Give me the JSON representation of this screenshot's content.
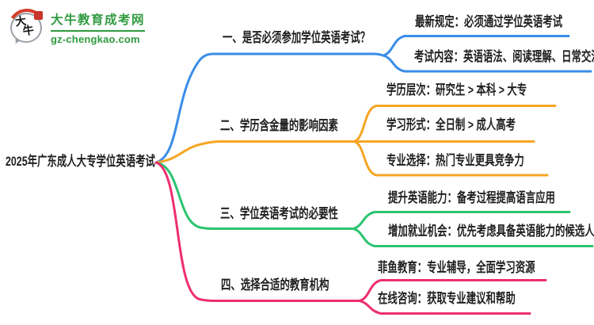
{
  "brand": {
    "title": "大牛教育成考网",
    "domain": "gz-chengkao.com",
    "logo_char_1": "大",
    "logo_char_2": "牛",
    "color": "#2f9b3f",
    "seal_color": "#c9342b"
  },
  "root": {
    "label": "2025年广东成人大专学位英语考试"
  },
  "branches": [
    {
      "label": "一、是否必须参加学位英语考试？",
      "color": "#3a8de8",
      "children": [
        {
          "label": "最新规定：必须通过学位英语考试"
        },
        {
          "label": "考试内容：英语语法、阅读理解、日常交流"
        }
      ]
    },
    {
      "label": "二、学历含金量的影响因素",
      "color": "#f5a623",
      "children": [
        {
          "label": "学历层次：研究生 > 本科 > 大专"
        },
        {
          "label": "学习形式：全日制 > 成人高考"
        },
        {
          "label": "专业选择：热门专业更具竞争力"
        }
      ]
    },
    {
      "label": "三、学位英语考试的必要性",
      "color": "#2cc46f",
      "children": [
        {
          "label": "提升英语能力：备考过程提高语言应用"
        },
        {
          "label": "增加就业机会：优先考虑具备英语能力的候选人"
        }
      ]
    },
    {
      "label": "四、选择合适的教育机构",
      "color": "#ee2e71",
      "children": [
        {
          "label": "菲鱼教育：专业辅导，全面学习资源"
        },
        {
          "label": "在线咨询：获取专业建议和帮助"
        }
      ]
    }
  ]
}
